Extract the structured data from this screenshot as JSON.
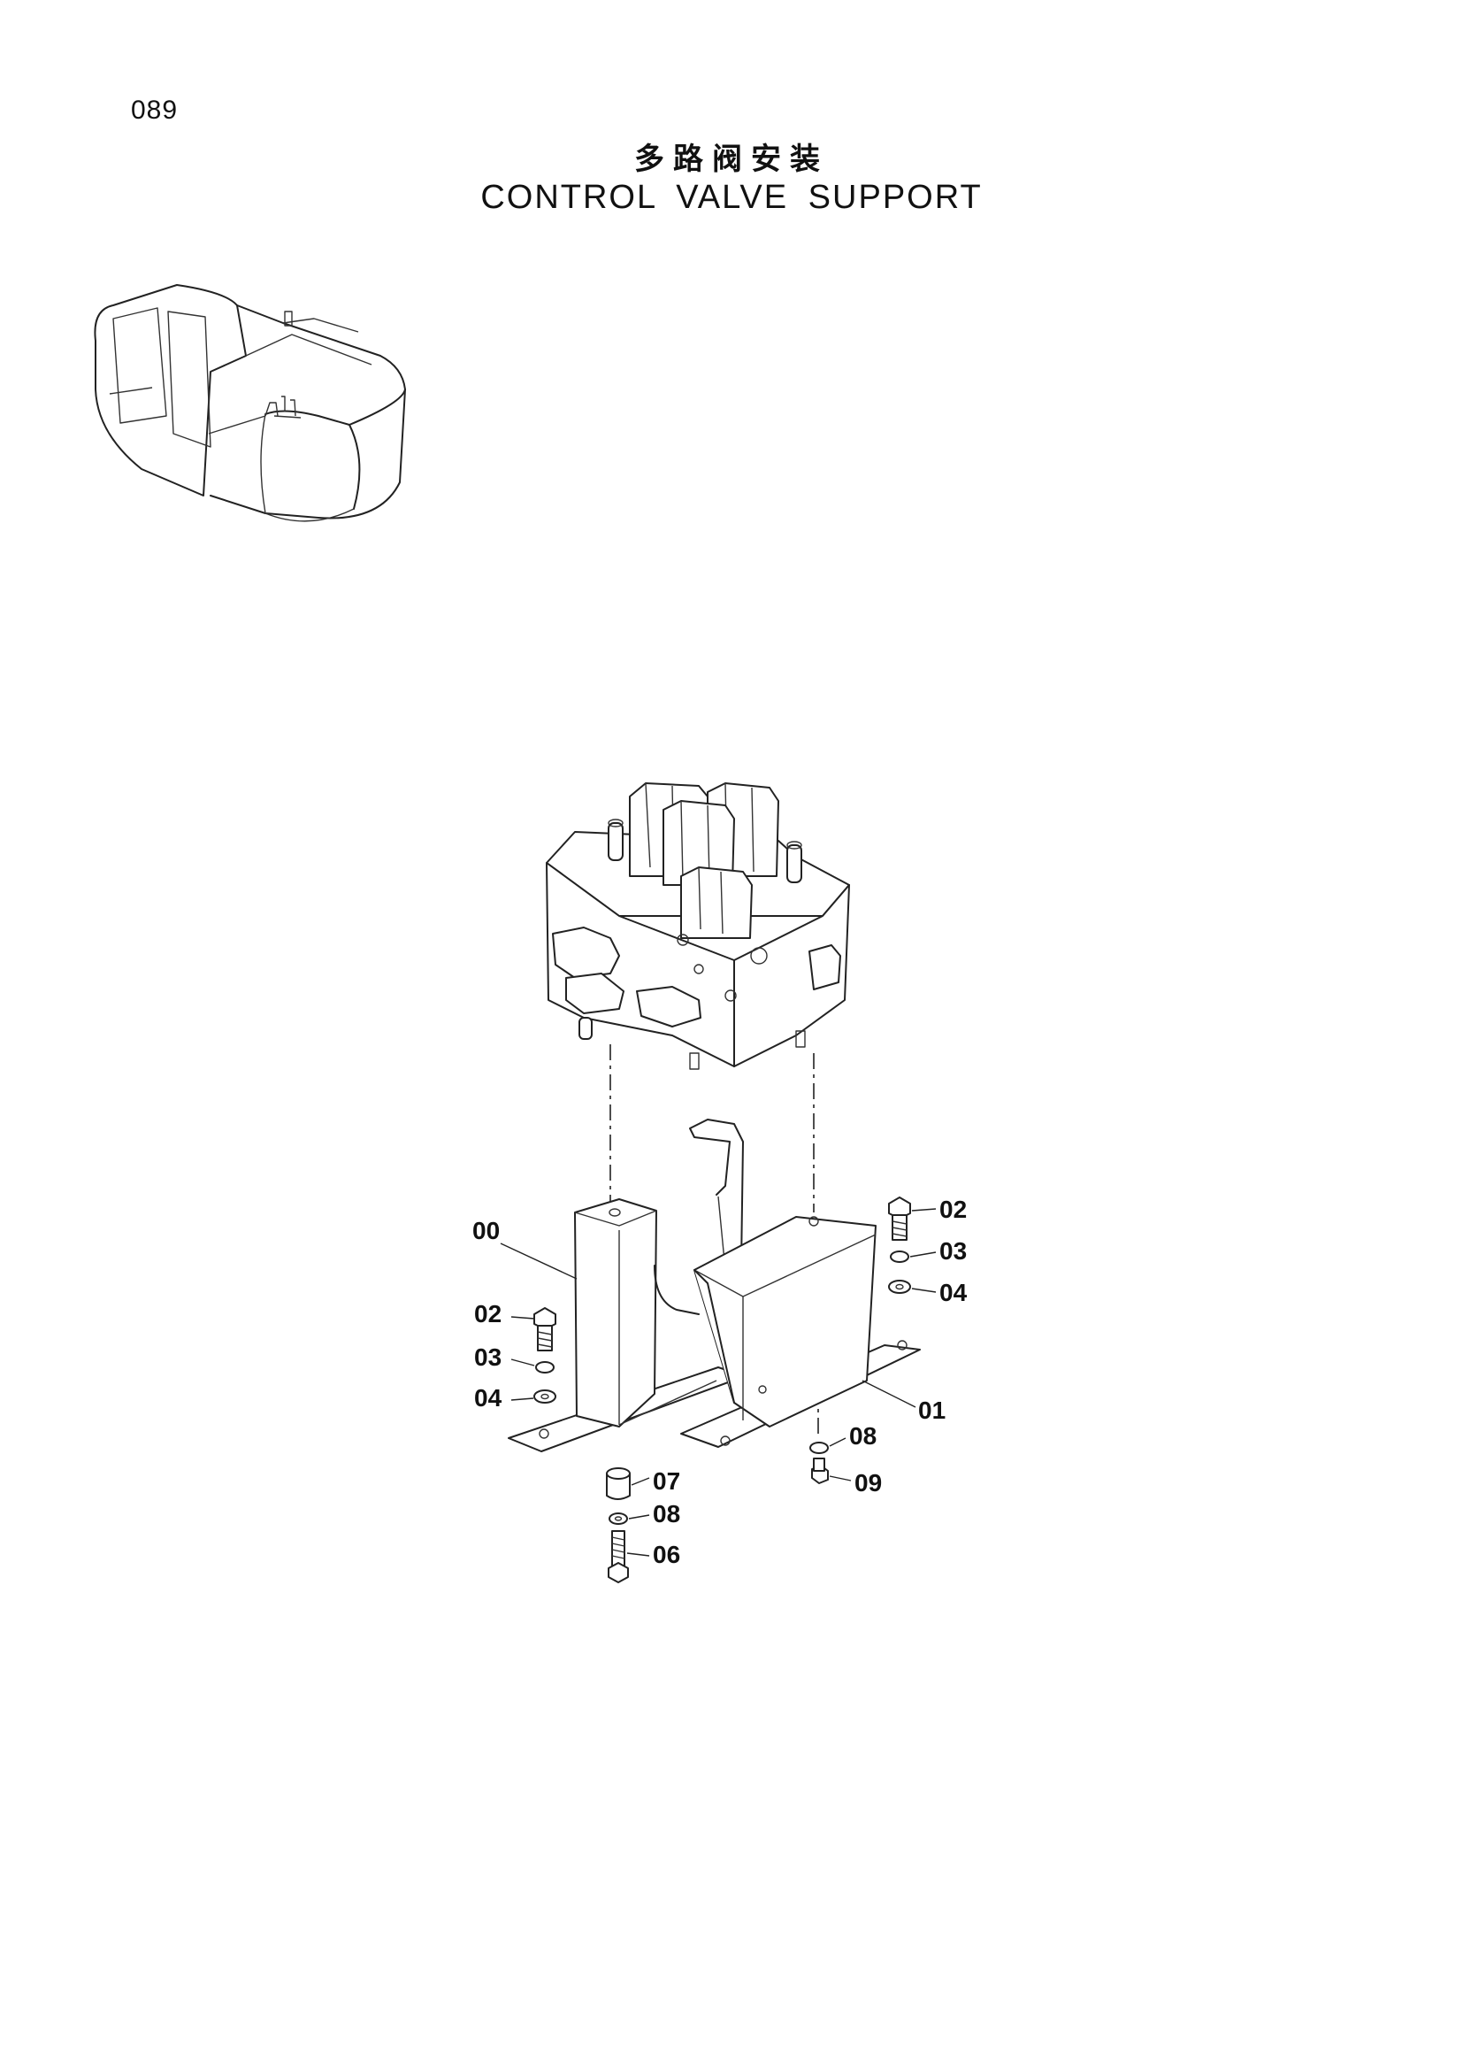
{
  "page_number": "089",
  "title_cn": "多路阀安装",
  "title_en": "CONTROL VALVE SUPPORT",
  "callouts": {
    "c00": "00",
    "c01": "01",
    "c02_left": "02",
    "c03_left": "03",
    "c04_left": "04",
    "c02_right": "02",
    "c03_right": "03",
    "c04_right": "04",
    "c06": "06",
    "c07": "07",
    "c08_bottom": "08",
    "c08_right": "08",
    "c09": "09"
  }
}
